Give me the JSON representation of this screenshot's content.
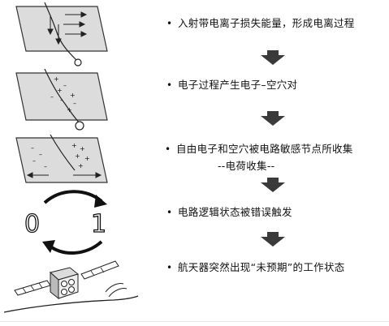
{
  "steps": [
    {
      "bullet": "•",
      "text": "入射带电离子损失能量，形成电离过程"
    },
    {
      "bullet": "•",
      "text": "电子过程产生电子–空穴对"
    },
    {
      "bullet": "•",
      "text": "自由电子和空穴被电路敏感节点所收集"
    },
    {
      "bullet": "•",
      "text": "电路逻辑状态被错误触发"
    },
    {
      "bullet": "•",
      "text": "航天器突然出现“未预期”的工作状态"
    }
  ],
  "step3_sub": "--电荷收集--",
  "illustrations": {
    "bit_before": "0",
    "bit_after": "1",
    "plus_sign": "+",
    "minus_sign": "–"
  },
  "colors": {
    "text": "#111111",
    "arrow": "#3a3a3a",
    "slab_fill": "#dcdcdc",
    "slab_stroke": "#333333"
  }
}
